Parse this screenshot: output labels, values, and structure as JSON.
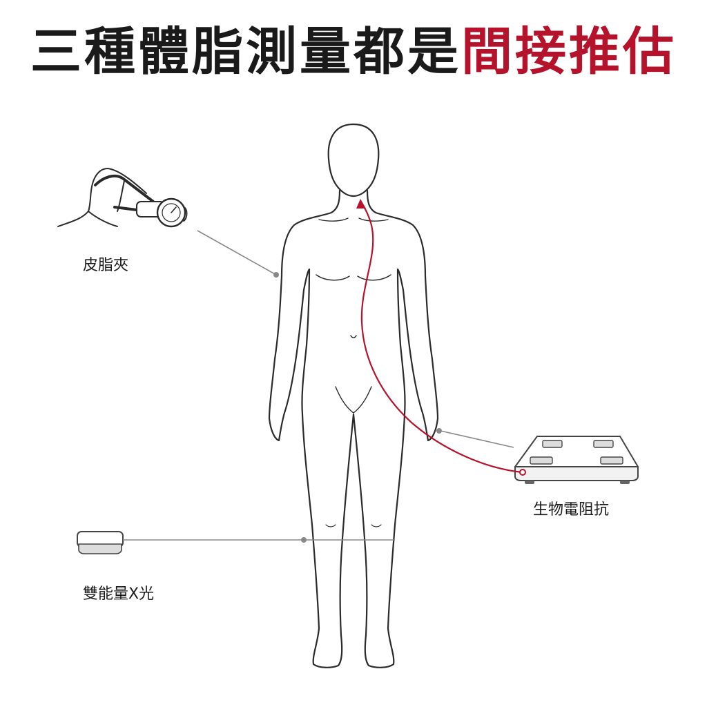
{
  "title": {
    "prefix": "三種體脂測量都是",
    "highlight": "間接推估"
  },
  "labels": {
    "caliper": "皮脂夾",
    "bia": "生物電阻抗",
    "dexa": "雙能量X光"
  },
  "colors": {
    "text": "#1a1a1a",
    "accent": "#b5122b",
    "connector": "#888888",
    "outline": "#2a2a2a"
  }
}
